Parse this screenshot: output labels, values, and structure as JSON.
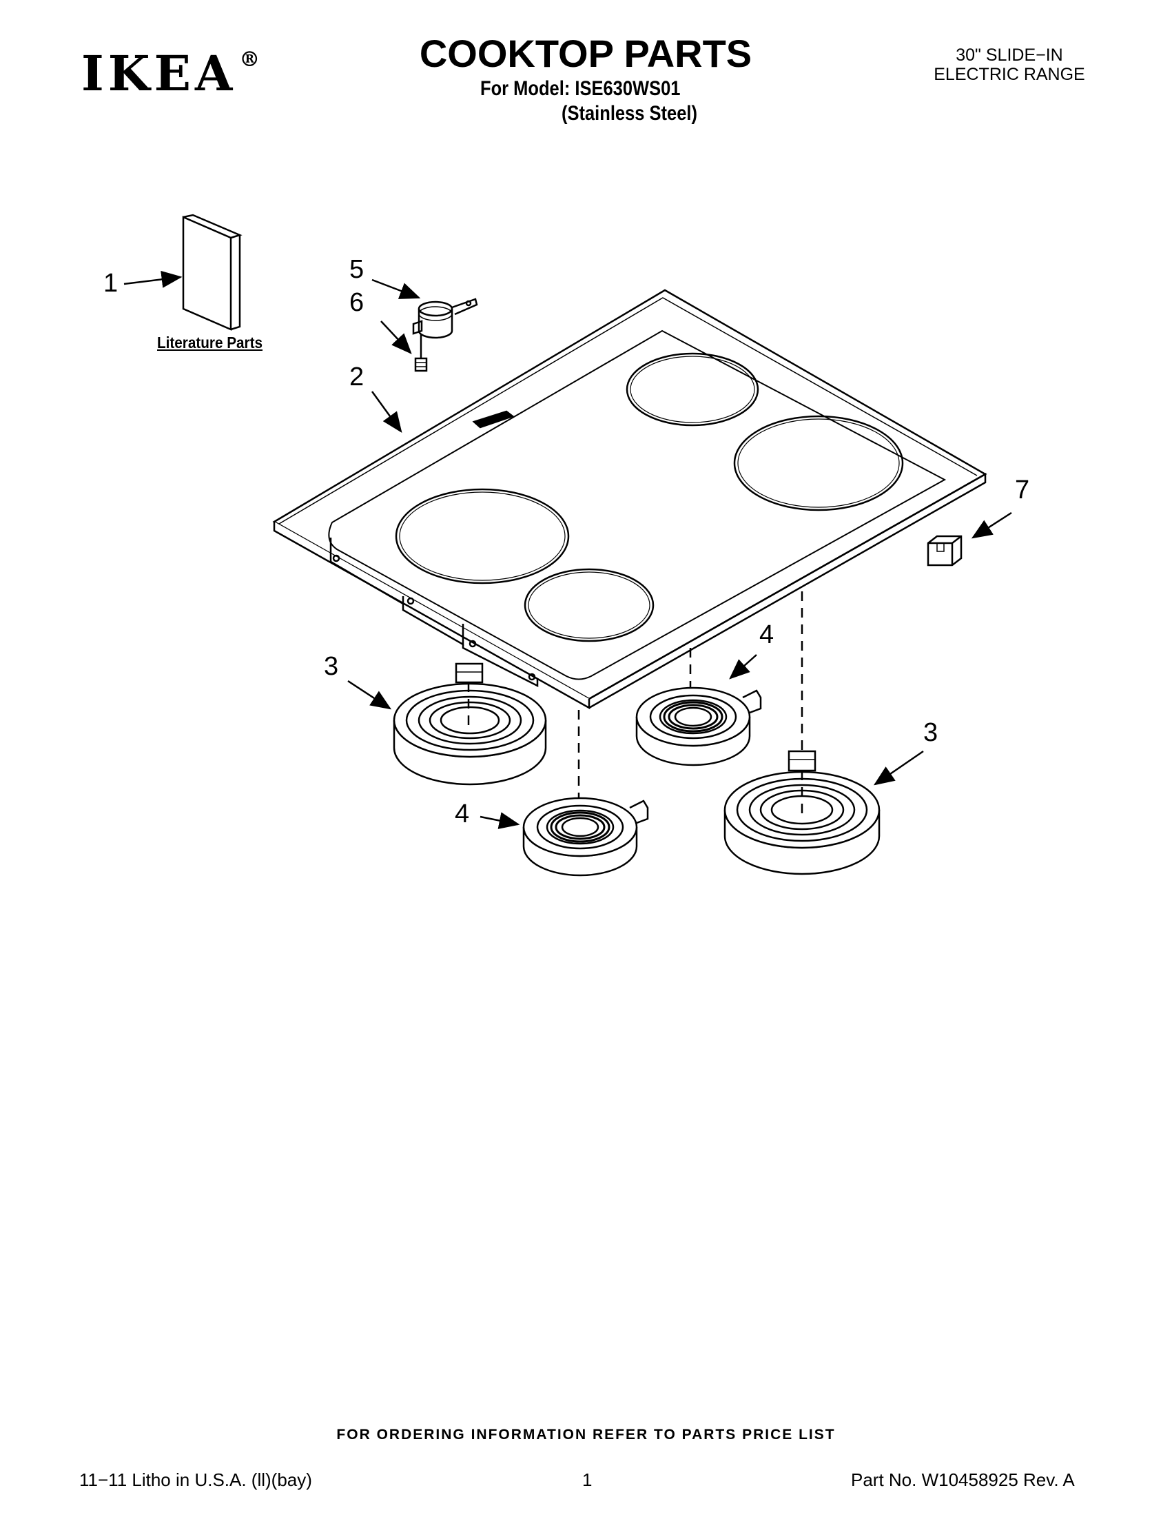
{
  "header": {
    "brand": "IKEA",
    "brand_mark": "®",
    "title": "COOKTOP PARTS",
    "model_line": "For Model: ISE630WS01",
    "finish_line": "(Stainless Steel)",
    "product_line1": "30\" SLIDE−IN",
    "product_line2": "ELECTRIC RANGE"
  },
  "diagram": {
    "literature_label": "Literature Parts",
    "callouts": [
      "1",
      "5",
      "6",
      "2",
      "7",
      "4",
      "3",
      "3",
      "4"
    ]
  },
  "footer": {
    "ordering_note": "FOR ORDERING INFORMATION REFER TO PARTS PRICE LIST",
    "litho": "11−11 Litho in U.S.A. (ll)(bay)",
    "page_number": "1",
    "part_number": "Part No. W10458925 Rev. A"
  }
}
